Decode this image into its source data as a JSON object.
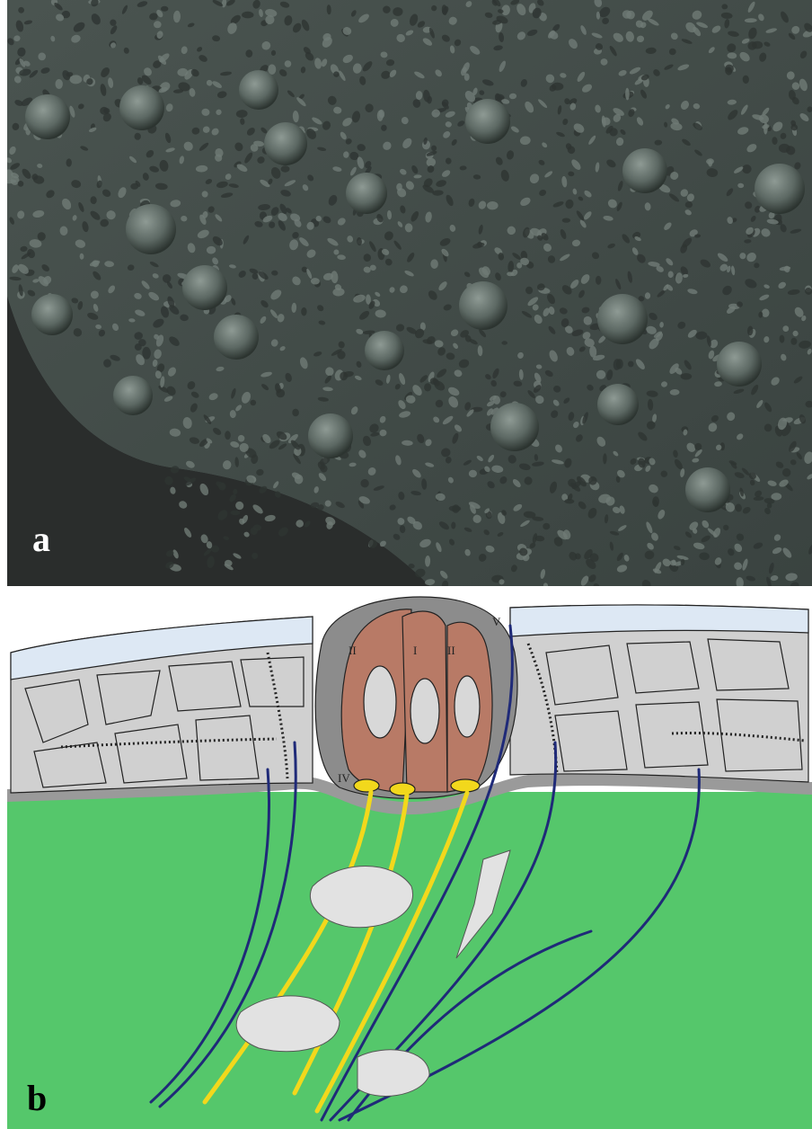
{
  "figure": {
    "panel_a": {
      "label": "a"
    },
    "panel_b": {
      "label": "b",
      "cell_labels": [
        "I",
        "II",
        "II",
        "IV",
        "V"
      ]
    }
  },
  "colors": {
    "connective_tissue": "#55c76b",
    "epithelial_cell": "#cfcfcf",
    "superficial_layer": "#dde8f4",
    "receptor_cell": "#b87a66",
    "support_cell": "#8c8c8c",
    "nerve_fiber_yellow": "#f2d81c",
    "nerve_fiber_blue": "#1f2a78"
  }
}
